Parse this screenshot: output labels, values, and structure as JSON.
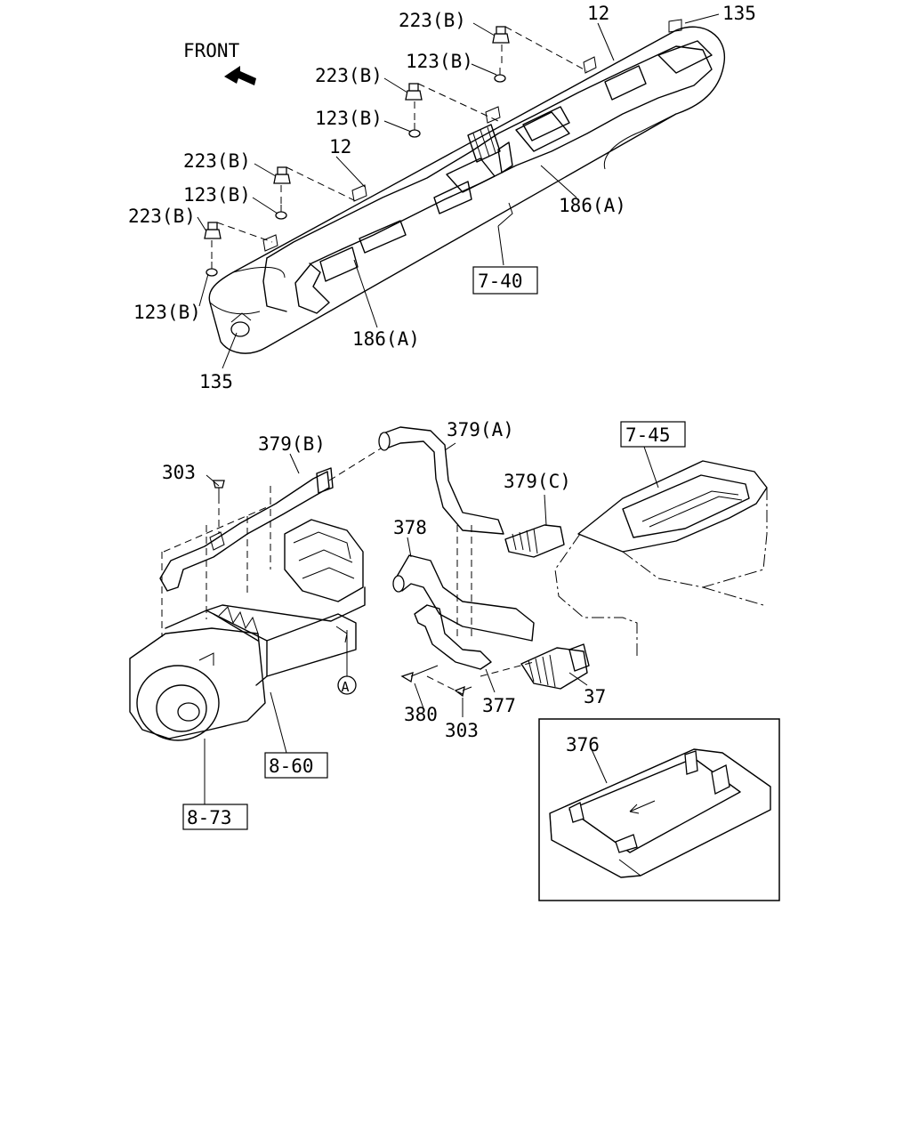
{
  "orientation": {
    "front_label": "FRONT"
  },
  "callouts": {
    "c223_top": "223(B)",
    "c123_top": "123(B)",
    "c223_2": "223(B)",
    "c123_2": "123(B)",
    "c223_3": "223(B)",
    "c123_3": "123(B)",
    "c223_4": "223(B)",
    "c123_4": "123(B)",
    "c12_top": "12",
    "c12_mid": "12",
    "c135_top": "135",
    "c135_bottom": "135",
    "c186_right": "186(A)",
    "c186_bottom": "186(A)",
    "c379b": "379(B)",
    "c379a": "379(A)",
    "c379c": "379(C)",
    "c303_top": "303",
    "c303_bottom": "303",
    "c378": "378",
    "c37": "37",
    "c377": "377",
    "c380": "380",
    "c376": "376",
    "connector_a": "A"
  },
  "references": {
    "r740": "7-40",
    "r745": "7-45",
    "r860": "8-60",
    "r873": "8-73"
  }
}
